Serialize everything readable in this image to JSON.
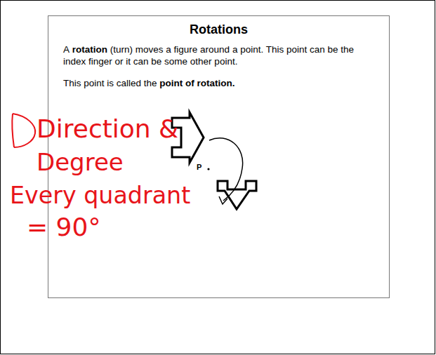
{
  "diagram": {
    "title": "Rotations",
    "labels": [
      "A",
      "rotation",
      "(turn) moves a figure around a point. This point can be the index finger or it can be some other point.",
      "This point is called the",
      "point of rotation",
      ".",
      "Direction &",
      "Degree",
      "Every quadrant",
      "= 90°",
      "P"
    ]
  }
}
